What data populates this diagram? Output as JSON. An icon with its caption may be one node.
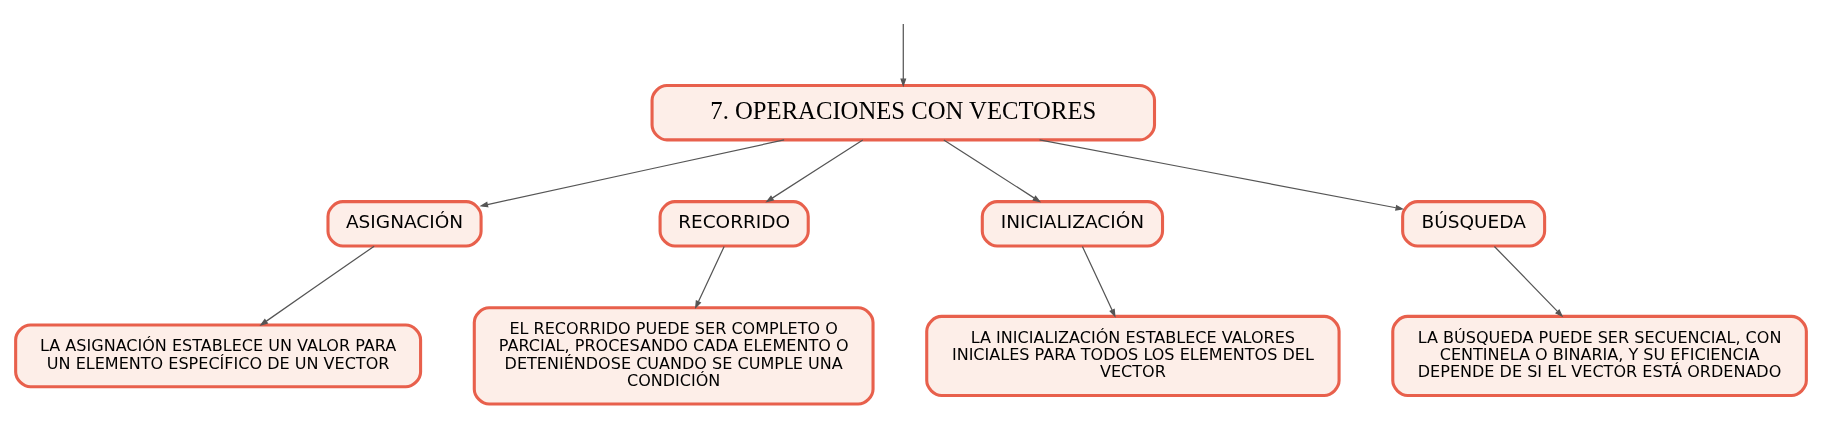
{
  "diagram": {
    "nodes": [
      {
        "text": [
          "7. OPERACIONES CON VECTORES"
        ]
      },
      {
        "text": [
          "ASIGNACIÓN"
        ]
      },
      {
        "text": [
          "RECORRIDO"
        ]
      },
      {
        "text": [
          "INICIALIZACIÓN"
        ]
      },
      {
        "text": [
          "BÚSQUEDA"
        ]
      },
      {
        "text": [
          "LA ASIGNACIÓN ESTABLECE UN VALOR PARA UN ELEMENTO ESPECÍFICO DE UN VECTOR"
        ]
      },
      {
        "text": [
          "EL RECORRIDO PUEDE SER COMPLETO O PARCIAL, PROCESANDO CADA ELEMENTO O DETENIÉNDOSE CUANDO SE CUMPLE UNA CONDICIÓN"
        ]
      },
      {
        "text": [
          "LA INICIALIZACIÓN ESTABLECE VALORES INICIALES PARA TODOS LOS ELEMENTOS DEL VECTOR"
        ]
      },
      {
        "text": [
          "LA BÚSQUEDA PUEDE SER SECUENCIAL, CON CENTINELA O BINARIA, Y SU EFICIENCIA DEPENDE DE SI EL VECTOR ESTÁ ORDENADO"
        ]
      }
    ],
    "edges": [
      {
        "from": null,
        "to": 0,
        "arrow": "to"
      },
      {
        "from": 0,
        "to": 1,
        "arrow": "to"
      },
      {
        "from": 0,
        "to": 2,
        "arrow": "to"
      },
      {
        "from": 0,
        "to": 3,
        "arrow": "to"
      },
      {
        "from": 0,
        "to": 4,
        "arrow": "to"
      },
      {
        "from": 1,
        "to": 5,
        "arrow": "to"
      },
      {
        "from": 2,
        "to": 6,
        "arrow": "to"
      },
      {
        "from": 3,
        "to": 7,
        "arrow": "to"
      },
      {
        "from": 4,
        "to": 8,
        "arrow": "to"
      }
    ]
  }
}
